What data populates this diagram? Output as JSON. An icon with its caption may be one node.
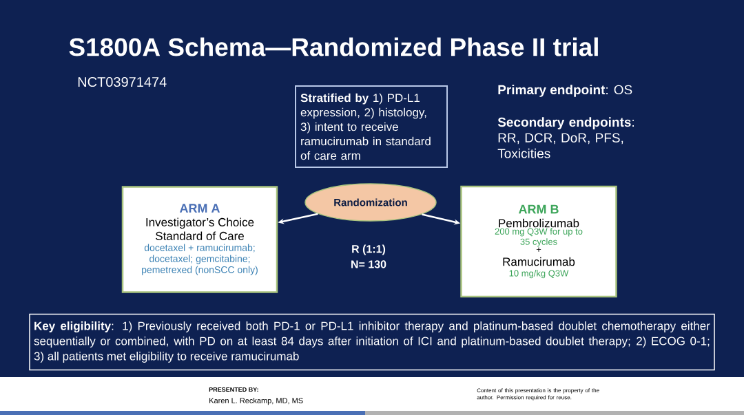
{
  "diagram": {
    "title": "S1800A Schema—Randomized Phase II trial",
    "nodes": [
      {
        "text": [
          "**Stratified by** 1) PD-L1 expression, 2) histology, 3) intent to receive ramucirumab in standard of care arm"
        ]
      },
      {
        "text": [
          "Randomization"
        ]
      },
      {
        "text": [
          "ARM A",
          "Investigator’s Choice Standard of Care",
          "docetaxel + ramucirumab; docetaxel; gemcitabine; pemetrexed (nonSCC only)"
        ]
      },
      {
        "text": [
          "ARM B",
          "Pembrolizumab",
          "200 mg Q3W for up to 35 cycles",
          "+",
          "Ramucirumab",
          "10 mg/kg Q3W"
        ]
      },
      {
        "text": [
          "**Key eligibility**: 1) Previously received both PD-1 or PD-L1 inhibitor therapy and platinum-based doublet chemotherapy either sequentially or combined, with PD on at least 84 days after initiation of ICI and platinum-based doublet therapy; 2) ECOG 0-1; 3) all patients met eligibility to receive ramucirumab"
        ]
      }
    ],
    "edges": [
      {
        "from": 1,
        "to": 2,
        "arrow": "to"
      },
      {
        "from": 1,
        "to": 3,
        "arrow": "to"
      }
    ],
    "labels": [
      "NCT03971474",
      "**Primary endpoint**: OS",
      "**Secondary endpoints**: RR, DCR, DoR, PFS, Toxicities",
      "R (1:1)",
      "N= 130",
      "PRESENTED BY:",
      "Karen L. Reckamp, MD, MS",
      "Content of this presentation is the property of the author. Permission required for reuse."
    ]
  }
}
